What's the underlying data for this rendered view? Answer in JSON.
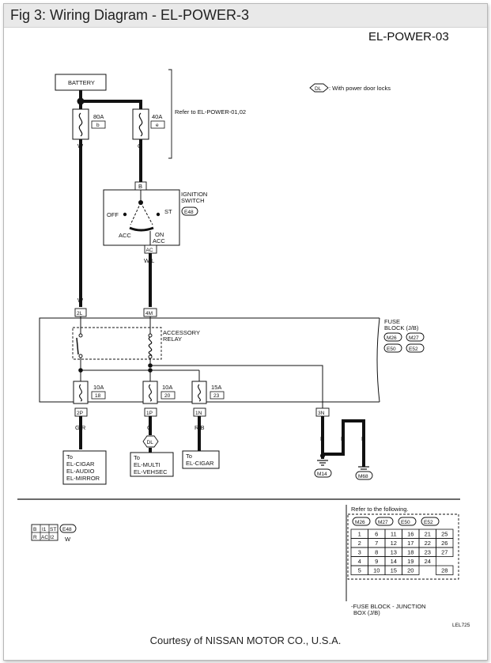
{
  "window": {
    "title": "Fig 3: Wiring Diagram - EL-POWER-3"
  },
  "diagram": {
    "code": "EL-POWER-03",
    "legend": {
      "symbol": "DL",
      "text": ": With power door locks"
    },
    "battery": "BATTERY",
    "refer_note": "Refer to EL-POWER-01,02",
    "fuse_80a": {
      "amps": "80A",
      "letter": "b",
      "wire": "W"
    },
    "fuse_40a": {
      "amps": "40A",
      "letter": "e",
      "wire": "G"
    },
    "ignition": {
      "label_1": "IGNITION",
      "label_2": "SWITCH",
      "connector": "E48",
      "pin_in": "B",
      "pin_out": "AC",
      "off": "OFF",
      "st": "ST",
      "acc": "ACC",
      "on_1": "ON",
      "on_2": "ACC",
      "wire_out": "W/L"
    },
    "jb_pins_in": {
      "left": "2L",
      "right": "4M",
      "left_wire": "W"
    },
    "fuse_block": {
      "label_1": "FUSE",
      "label_2": "BLOCK (J/B)",
      "c1": "M26",
      "c2": "M27",
      "c3": "E50",
      "c4": "E52"
    },
    "relay": {
      "label_1": "ACCESSORY",
      "label_2": "RELAY"
    },
    "fuses": [
      {
        "amps": "10A",
        "num": "18",
        "pin": "2P",
        "wire": "G/R"
      },
      {
        "amps": "10A",
        "num": "20",
        "pin": "1P",
        "wire": "G"
      },
      {
        "amps": "15A",
        "num": "23",
        "pin": "1N",
        "wire": "R/B"
      }
    ],
    "ground_pin": "3N",
    "ground_wires": {
      "a": "B",
      "b": "B",
      "c": "B"
    },
    "grounds": {
      "g1": "M14",
      "g2": "M68"
    },
    "dl_tag": "DL",
    "dest_1": {
      "l1": "To",
      "l2": "EL-CIGAR",
      "l3": "EL-AUDIO",
      "l4": "EL-MIRROR"
    },
    "dest_2": {
      "l1": "To",
      "l2": "EL-MULTI",
      "l3": "EL-VEHSEC"
    },
    "dest_3": {
      "l1": "To",
      "l2": "EL-CIGAR"
    },
    "connector_face": {
      "cells": [
        "B",
        "I1",
        "ST",
        "R",
        "AC",
        "I2"
      ],
      "tag": "E48",
      "wire": "W"
    },
    "refer_following": "Refer to the following.",
    "refer_connectors": [
      "M26",
      "M27",
      "E50",
      "E52"
    ],
    "fuse_table": [
      [
        "1",
        "6",
        "11",
        "16",
        "21",
        "25"
      ],
      [
        "2",
        "7",
        "12",
        "17",
        "22",
        "26"
      ],
      [
        "3",
        "8",
        "13",
        "18",
        "23",
        "27"
      ],
      [
        "4",
        "9",
        "14",
        "19",
        "24",
        ""
      ],
      [
        "5",
        "10",
        "15",
        "20",
        "",
        "28"
      ]
    ],
    "fuse_block_note_1": "-FUSE BLOCK - JUNCTION",
    "fuse_block_note_2": "BOX (J/B)",
    "ref_code": "LEL725"
  },
  "credit": "Courtesy of NISSAN MOTOR CO., U.S.A."
}
